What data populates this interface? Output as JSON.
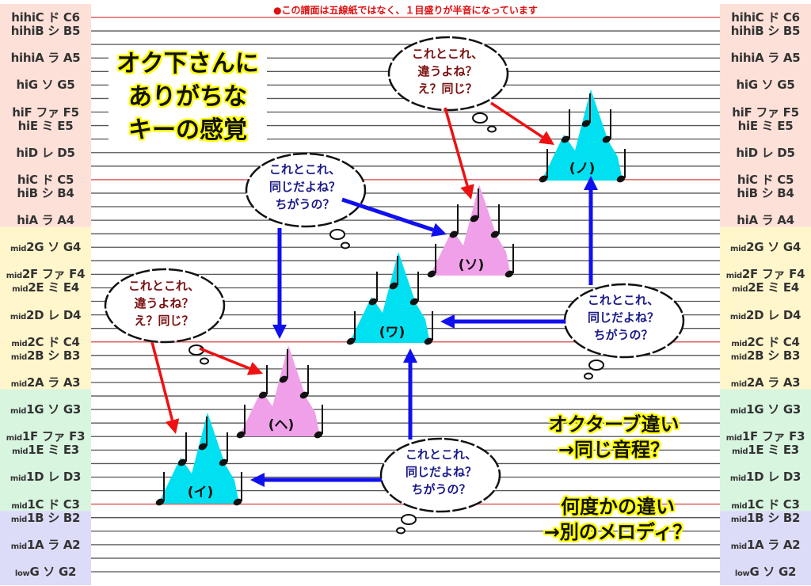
{
  "notice": "●この譜面は五線紙ではなく、１目盛りが半音になっています",
  "title_lines": [
    "オク下さんに",
    "ありがちな",
    "キーの感覚"
  ],
  "note_labels": [
    {
      "pre": "",
      "main": "hihiC ド C6"
    },
    {
      "pre": "",
      "main": "hihiB シ B5"
    },
    {
      "pre": "",
      "main": "hihiA ラ A5"
    },
    {
      "pre": "",
      "main": "hiG ソ G5"
    },
    {
      "pre": "",
      "main": "hiF ファ F5"
    },
    {
      "pre": "",
      "main": "hiE ミ E5"
    },
    {
      "pre": "",
      "main": "hiD レ D5"
    },
    {
      "pre": "",
      "main": "hiC ド C5"
    },
    {
      "pre": "",
      "main": "hiB シ B4"
    },
    {
      "pre": "",
      "main": "hiA ラ A4"
    },
    {
      "pre": "mid",
      "main": "2G ソ G4"
    },
    {
      "pre": "mid",
      "main": "2F ファ F4"
    },
    {
      "pre": "mid",
      "main": "2E ミ E4"
    },
    {
      "pre": "mid",
      "main": "2D レ D4"
    },
    {
      "pre": "mid",
      "main": "2C ド C4"
    },
    {
      "pre": "mid",
      "main": "2B シ B3"
    },
    {
      "pre": "mid",
      "main": "2A ラ A3"
    },
    {
      "pre": "mid",
      "main": "1G ソ G3"
    },
    {
      "pre": "mid",
      "main": "1F ファ F3"
    },
    {
      "pre": "mid",
      "main": "1E ミ E3"
    },
    {
      "pre": "mid",
      "main": "1D レ D3"
    },
    {
      "pre": "mid",
      "main": "1C ド C3"
    },
    {
      "pre": "mid",
      "main": "1B シ B2"
    },
    {
      "pre": "mid",
      "main": "1A ラ A2"
    },
    {
      "pre": "low",
      "main": "G ソ G2"
    }
  ],
  "bubbles": {
    "red": [
      "これとこれ、",
      "違うよね？",
      "え？同じ？"
    ],
    "blue": [
      "これとこれ、",
      "同じだよね？",
      "ちがうの？"
    ]
  },
  "motifs": {
    "i": "(イ)",
    "he": "(ヘ)",
    "wa": "(ワ)",
    "so": "(ソ)",
    "no": "(ノ)"
  },
  "side_notes": {
    "octave": [
      "オクターブ違い",
      "→同じ音程？"
    ],
    "degree": [
      "何度かの違い",
      "→別のメロディ？"
    ]
  },
  "colors": {
    "staff_line": "#555555",
    "c_line": "#e06060",
    "zone_high": "#fde0d8",
    "zone_mid2": "#fff6cc",
    "zone_mid1": "#d8f5e0",
    "zone_low": "#dcdcf8",
    "cyan": "#00e0f0",
    "pink": "#f0a0e8",
    "red_arrow": "#ee1111",
    "blue_arrow": "#1010ee"
  }
}
